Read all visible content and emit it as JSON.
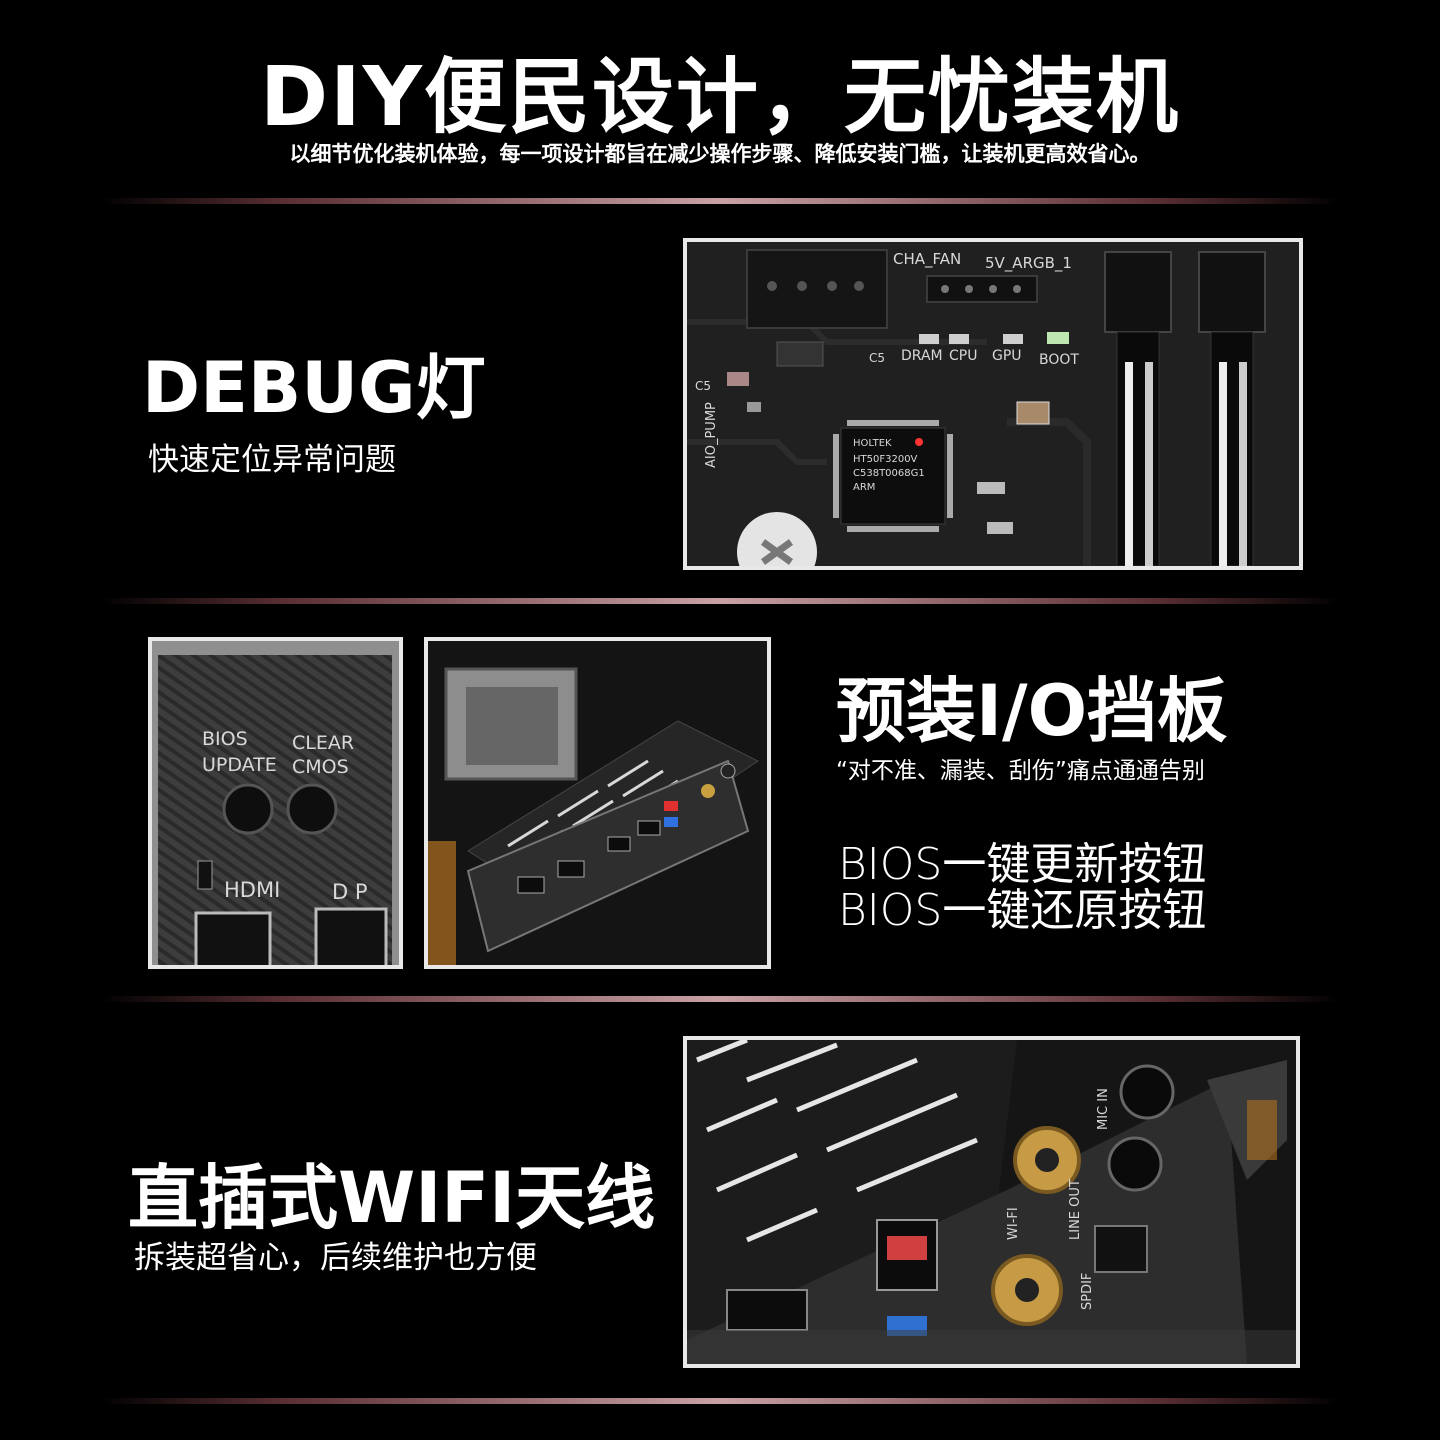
{
  "header": {
    "title": "DIY便民设计，无忧装机",
    "subtitle": "以细节优化装机体验，每一项设计都旨在减少操作步骤、降低安装门槛，让装机更高效省心。"
  },
  "debug": {
    "title": "DEBUG灯",
    "desc": "快速定位异常问题",
    "board_labels": {
      "cha_fan": "CHA_FAN",
      "argb": "5V_ARGB_1",
      "dram": "DRAM",
      "cpu": "CPU",
      "gpu": "GPU",
      "boot": "BOOT",
      "aio": "AIO_PUMP",
      "chip1": "HOLTEK",
      "chip2": "HT50F3200V",
      "chip3": "C538T0068G1",
      "chip4": "ARM",
      "c5a": "C5",
      "c5b": "C5"
    },
    "led_color": "#ff3333"
  },
  "io": {
    "title": "预装I/O挡板",
    "desc": "“对不准、漏装、刮伤”痛点通通告别",
    "line1": "BIOS一键更新按钮",
    "line2": "BIOS一键还原按钮",
    "panel_labels": {
      "bios": "BIOS",
      "update": "UPDATE",
      "clear": "CLEAR",
      "cmos": "CMOS",
      "hdmi": "HDMI",
      "dp": "D P"
    }
  },
  "wifi": {
    "title": "直插式WIFI天线",
    "desc": "拆装超省心，后续维护也方便",
    "port_labels": {
      "wifi": "WI-FI",
      "line_out": "LINE OUT",
      "mic_in": "MIC IN",
      "spdif": "SPDIF"
    }
  }
}
